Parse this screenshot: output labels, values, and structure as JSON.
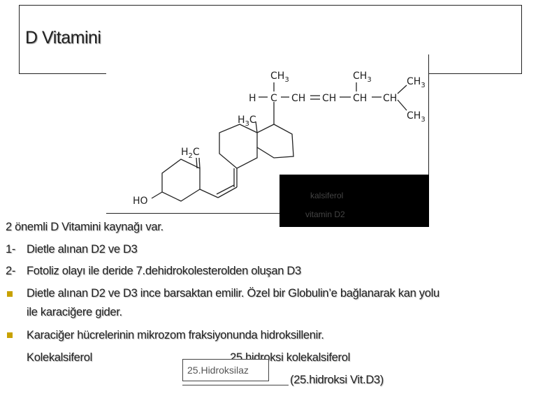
{
  "slide": {
    "title": "D Vitamini"
  },
  "structure": {
    "groups": {
      "ch3_a": "CH",
      "ch3_b": "CH",
      "ch3_c": "CH",
      "ch3_d": "CH",
      "sub3": "3",
      "h": "H",
      "c": "C",
      "ch1": "CH",
      "ch2": "CH",
      "ch3": "CH",
      "ch4": "CH",
      "h3c_h": "H",
      "h3c_c": "C",
      "h2c_h": "H",
      "h2c_c": "C",
      "sub2": "2",
      "ho": "HO"
    },
    "caption_line1": "kalsiferol",
    "caption_line2": "vitamin D2"
  },
  "body": {
    "intro": "2 önemli D Vitamini kaynağı var.",
    "item1_num": "1-",
    "item1_text": "Dietle alınan D2 ve D3",
    "item2_num": "2-",
    "item2_text": "Fotoliz olayı ile deride 7.dehidrokolesterolden oluşan D3",
    "bullet1_line1": "Dietle alınan D2 ve D3 ince barsaktan emilir. Özel bir Globulin’e bağlanarak kan yolu",
    "bullet1_line2": "ile karaciğere gider.",
    "bullet2_text": "Karaciğer hücrelerinin mikrozom fraksiyonunda hidroksillenir.",
    "reaction_left": "Kolekalsiferol",
    "reaction_right": "25.hidroksi kolekalsiferol",
    "reaction_right2": "(25.hidroksi Vit.D3)",
    "enzyme": "25.Hidroksilaz"
  },
  "colors": {
    "bullet": "#c8a200",
    "text": "#222222",
    "panel": "#000000"
  }
}
